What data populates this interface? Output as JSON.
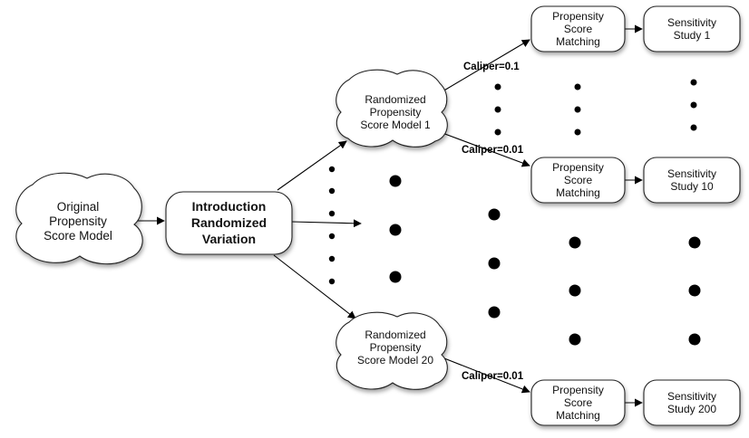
{
  "nodes": {
    "original": [
      "Original",
      "Propensity",
      "Score Model"
    ],
    "intro": [
      "Introduction",
      "Randomized",
      "Variation"
    ],
    "model1": [
      "Randomized",
      "Propensity",
      "Score Model 1"
    ],
    "model20": [
      "Randomized",
      "Propensity",
      "Score Model 20"
    ],
    "match_top": [
      "Propensity",
      "Score",
      "Matching"
    ],
    "match_mid": [
      "Propensity",
      "Score",
      "Matching"
    ],
    "match_bot": [
      "Propensity",
      "Score",
      "Matching"
    ],
    "study1": [
      "Sensitivity",
      "Study 1"
    ],
    "study10": [
      "Sensitivity",
      "Study 10"
    ],
    "study200": [
      "Sensitivity",
      "Study 200"
    ]
  },
  "edges": {
    "caliper_top": "Caliper=0.1",
    "caliper_mid": "Caliper=0.01",
    "caliper_bot": "Caliper=0.01"
  },
  "colors": {
    "stroke": "#222222",
    "fill": "#ffffff",
    "dot": "#000000"
  }
}
